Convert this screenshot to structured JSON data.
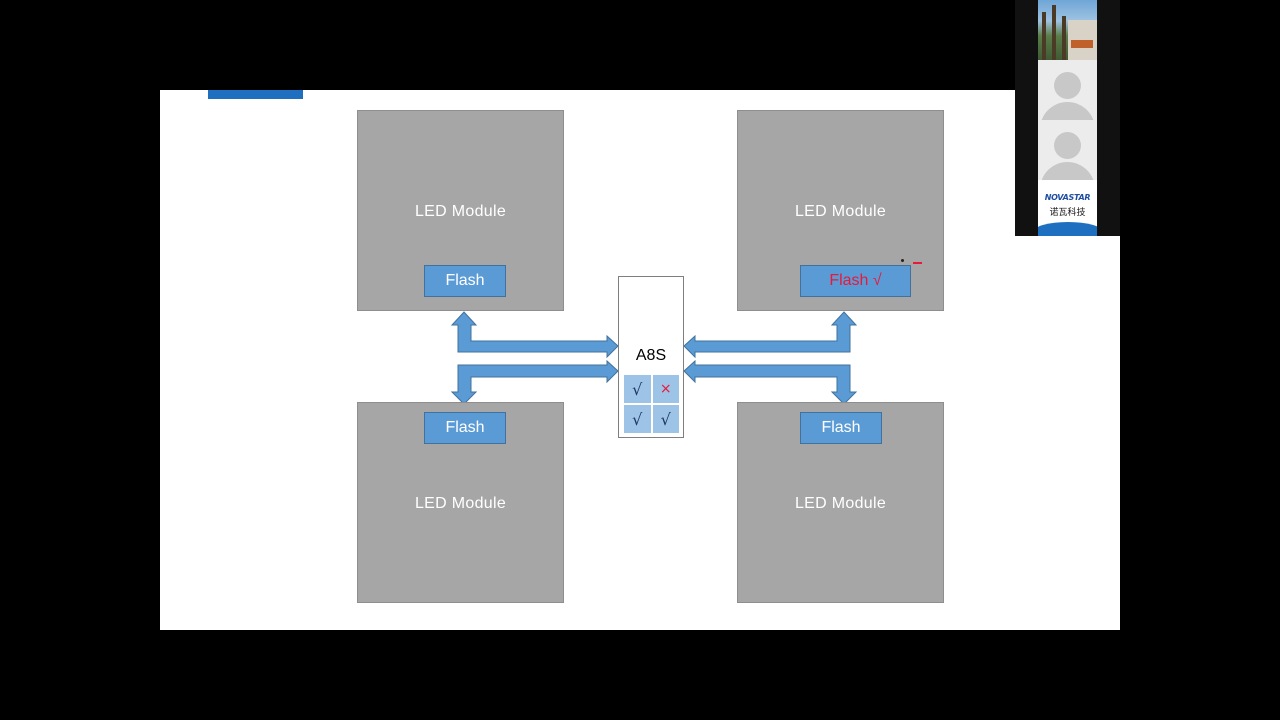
{
  "slide": {
    "modules": [
      {
        "label": "LED Module",
        "flash_label": "Flash"
      },
      {
        "label": "LED Module",
        "flash_label": "Flash √"
      },
      {
        "label": "LED Module",
        "flash_label": "Flash"
      },
      {
        "label": "LED Module",
        "flash_label": "Flash"
      }
    ],
    "controller": {
      "title": "A8S",
      "status_cells": [
        "√",
        "×",
        "√",
        "√"
      ]
    }
  },
  "colors": {
    "module_gray": "#a6a6a6",
    "flash_blue": "#5b9bd5",
    "arrow_blue": "#5b9bd5",
    "highlight_red": "#e8193a",
    "accent_blue": "#1f6fc1"
  },
  "video_panel": {
    "participants": [
      {
        "type": "camera",
        "icon": "building-photo-icon"
      },
      {
        "type": "no-video",
        "icon": "avatar-placeholder-icon"
      },
      {
        "type": "no-video",
        "icon": "avatar-placeholder-icon"
      },
      {
        "type": "logo",
        "brand_en": "NOVASTAR",
        "brand_cn": "诺瓦科技"
      }
    ]
  }
}
